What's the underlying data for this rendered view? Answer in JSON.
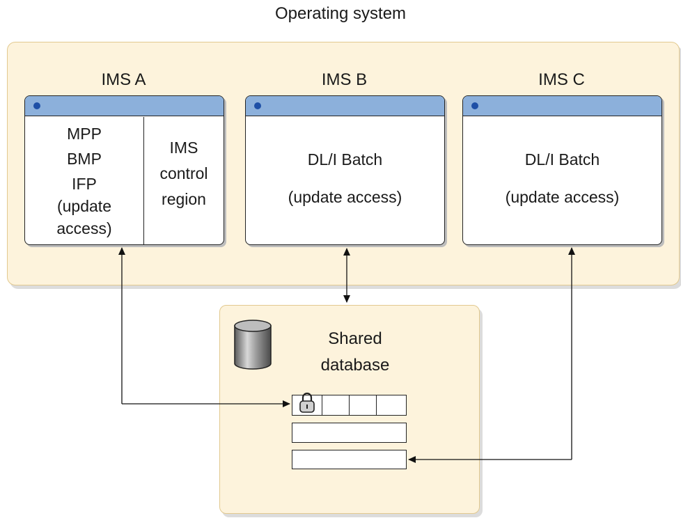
{
  "title": "Operating system",
  "ims_a": {
    "label": "IMS A",
    "left_lines": [
      "MPP",
      "BMP",
      "IFP",
      "(update",
      "access)"
    ],
    "right_lines": [
      "IMS",
      "control",
      "region"
    ]
  },
  "ims_b": {
    "label": "IMS B",
    "line1": "DL/I Batch",
    "line2": "(update access)"
  },
  "ims_c": {
    "label": "IMS C",
    "line1": "DL/I Batch",
    "line2": "(update access)"
  },
  "database": {
    "line1": "Shared",
    "line2": "database",
    "icons": [
      "database-cylinder-icon",
      "padlock-icon"
    ]
  },
  "colors": {
    "container_fill": "#fdf3dc",
    "title_bar": "#8cb0db",
    "title_dot": "#1e4fa6"
  }
}
